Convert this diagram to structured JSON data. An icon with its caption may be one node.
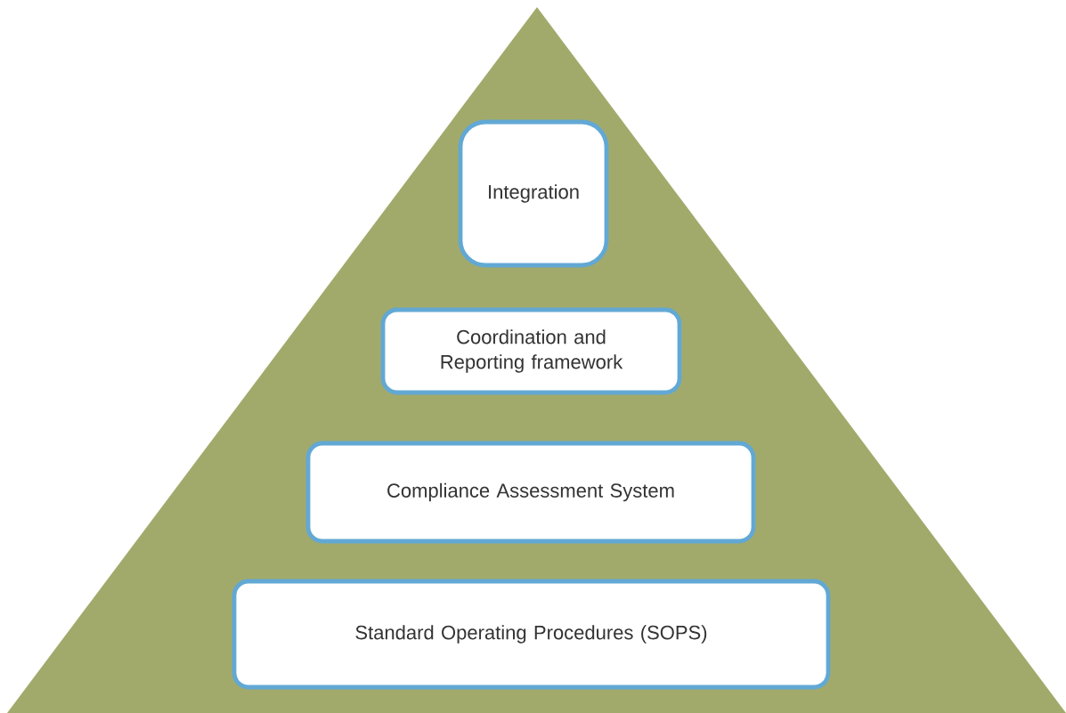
{
  "diagram": {
    "nodes": [
      {
        "text": [],
        "shape": "triangle"
      },
      {
        "text": [
          "Integration"
        ],
        "in": 0
      },
      {
        "text": [
          "Coordination and Reporting framework"
        ],
        "in": 0
      },
      {
        "text": [
          "Compliance Assessment System"
        ],
        "in": 0
      },
      {
        "text": [
          "Standard Operating Procedures (SOPS)"
        ],
        "in": 0
      }
    ]
  }
}
